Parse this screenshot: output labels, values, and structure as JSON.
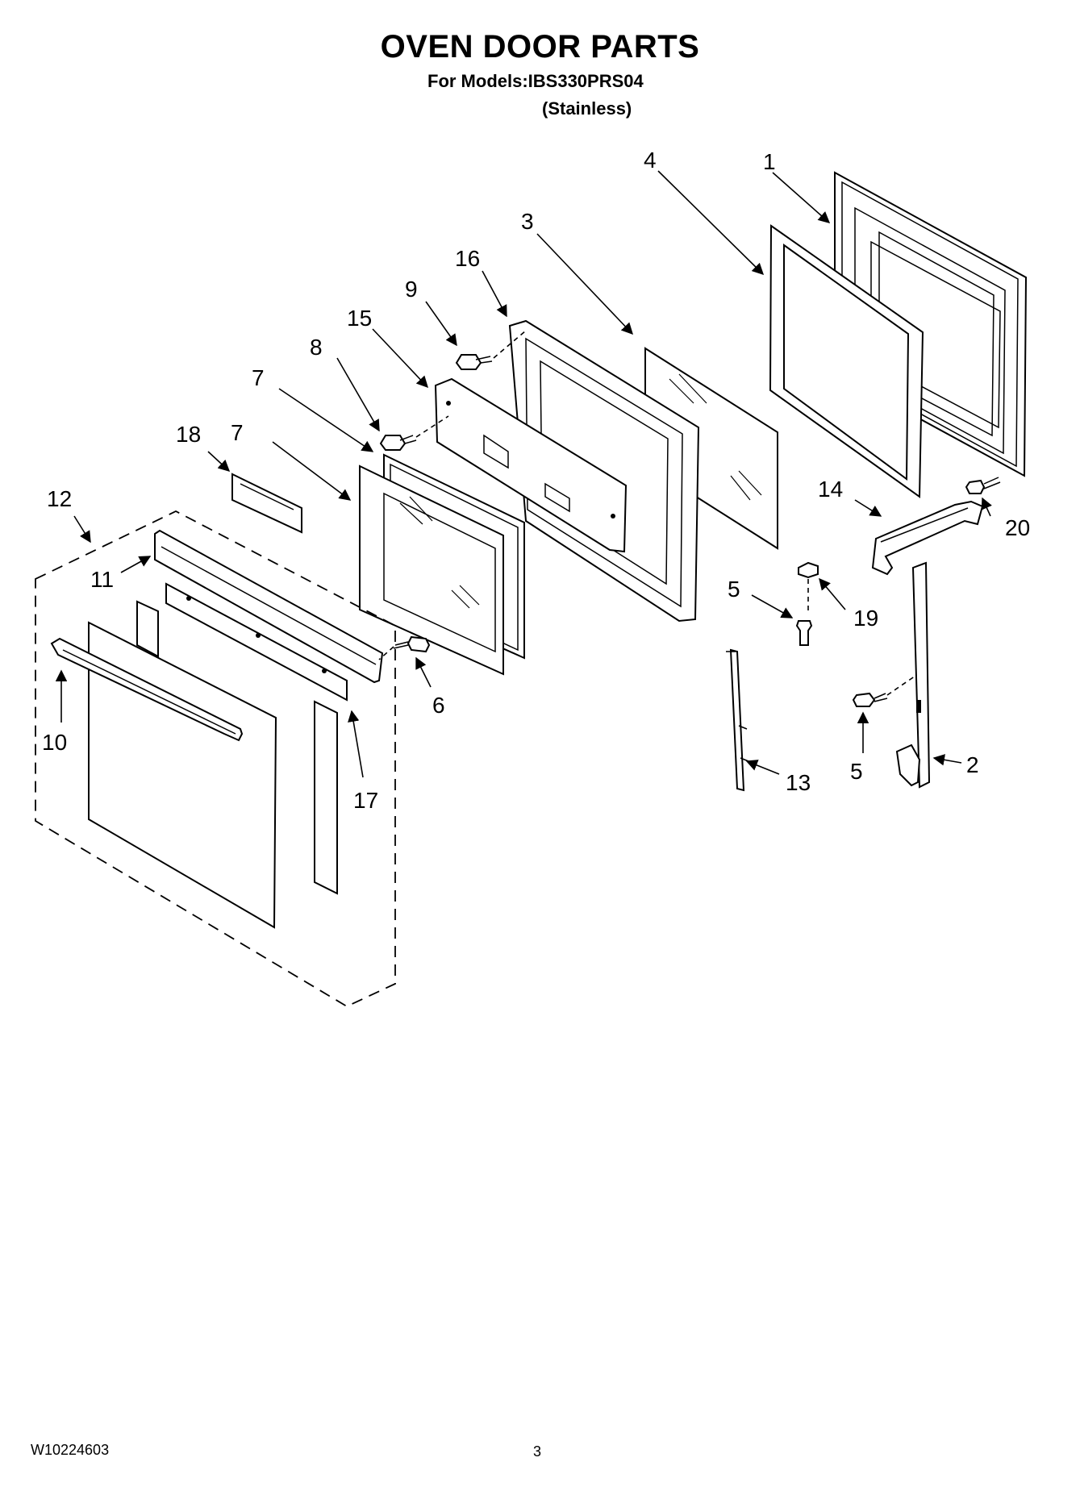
{
  "header": {
    "title": "OVEN DOOR PARTS",
    "models_line": "For Models:IBS330PRS04",
    "finish_line": "(Stainless)"
  },
  "footer": {
    "doc_code": "W10224603",
    "page_number": "3"
  },
  "callouts": {
    "c1": "1",
    "c2": "2",
    "c3": "3",
    "c4": "4",
    "c5a": "5",
    "c5b": "5",
    "c6": "6",
    "c7a": "7",
    "c7b": "7",
    "c8": "8",
    "c9": "9",
    "c10": "10",
    "c11": "11",
    "c12": "12",
    "c13": "13",
    "c14": "14",
    "c15": "15",
    "c16": "16",
    "c17": "17",
    "c18": "18",
    "c19": "19",
    "c20": "20"
  }
}
